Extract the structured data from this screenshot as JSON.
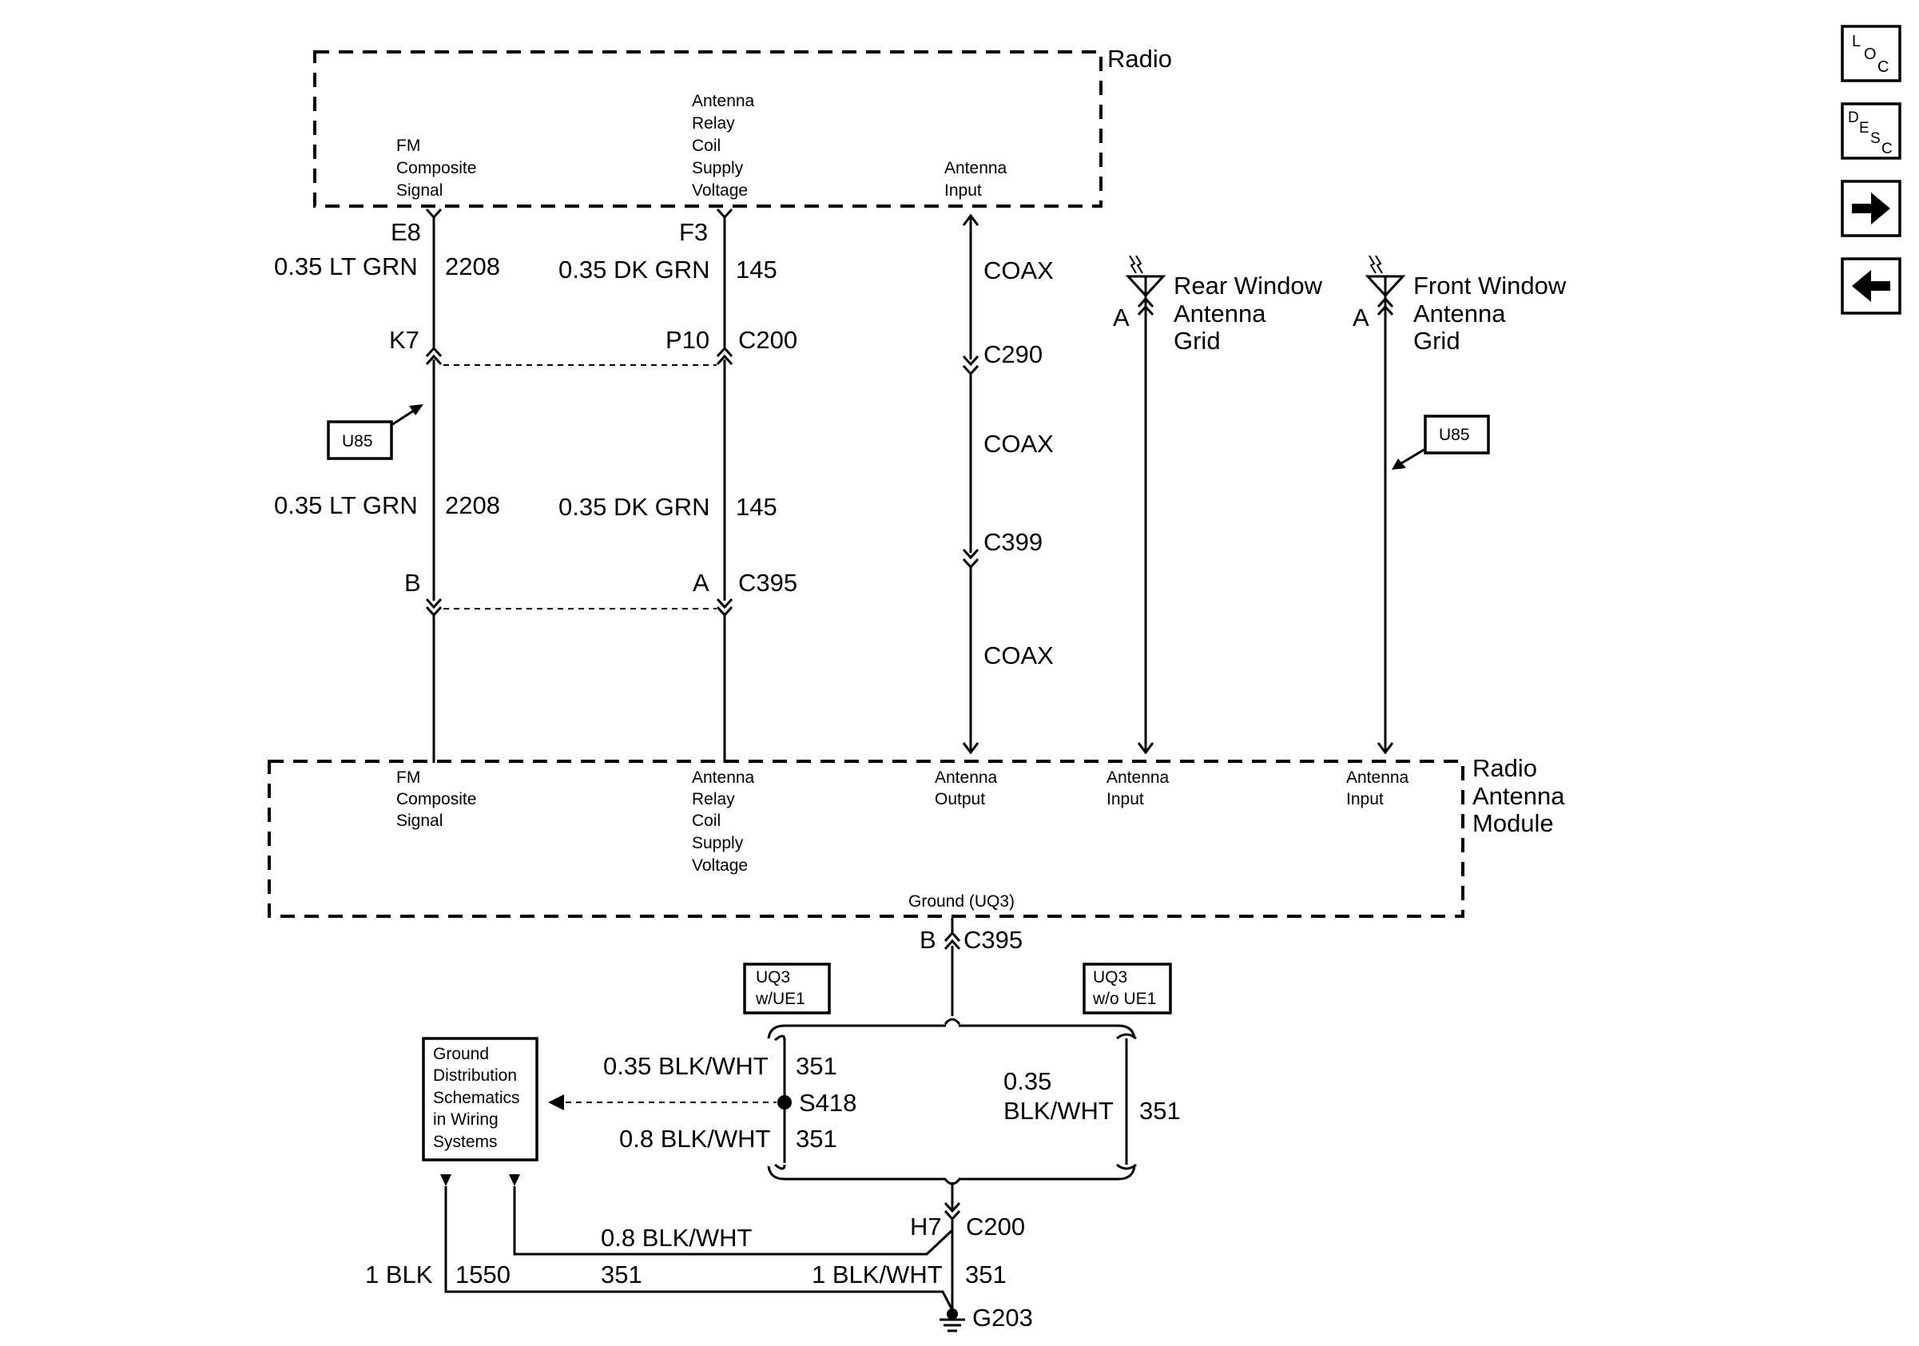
{
  "nav": {
    "loc_label": "LOC",
    "desc_label": "DESC"
  },
  "components": {
    "radio": "Radio",
    "radio_pins": {
      "fm_composite_signal": [
        "FM",
        "Composite",
        "Signal"
      ],
      "antenna_relay_coil": [
        "Antenna",
        "Relay",
        "Coil",
        "Supply",
        "Voltage"
      ],
      "antenna_input": [
        "Antenna",
        "Input"
      ]
    },
    "module": [
      "Radio",
      "Antenna",
      "Module"
    ],
    "module_pins": {
      "fm_composite_signal": [
        "FM",
        "Composite",
        "Signal"
      ],
      "antenna_relay_coil": [
        "Antenna",
        "Relay",
        "Coil",
        "Supply",
        "Voltage"
      ],
      "antenna_output": [
        "Antenna",
        "Output"
      ],
      "antenna_input_rear": [
        "Antenna",
        "Input"
      ],
      "antenna_input_front": [
        "Antenna",
        "Input"
      ]
    },
    "module_ground": "Ground (UQ3)",
    "rear_antenna": [
      "Rear Window",
      "Antenna",
      "Grid"
    ],
    "front_antenna": [
      "Front Window",
      "Antenna",
      "Grid"
    ],
    "ground_dist": [
      "Ground",
      "Distribution",
      "Schematics",
      "in Wiring",
      "Systems"
    ]
  },
  "wires": {
    "fm_top": {
      "pin": "E8",
      "gauge": "0.35 LT GRN",
      "circuit": "2208"
    },
    "relay_top": {
      "pin": "F3",
      "gauge": "0.35 DK GRN",
      "circuit": "145"
    },
    "coax": "COAX",
    "conn_c200_pin_fm": "K7",
    "conn_c200_pin_relay": "P10",
    "conn_c200": "C200",
    "conn_c290": "C290",
    "conn_c399": "C399",
    "fm_mid": {
      "gauge": "0.35 LT GRN",
      "circuit": "2208"
    },
    "relay_mid": {
      "gauge": "0.35 DK GRN",
      "circuit": "145"
    },
    "conn_c395_pin_fm": "B",
    "conn_c395_pin_relay": "A",
    "conn_c395": "C395",
    "rear_pin": "A",
    "front_pin": "A",
    "ground_pin": "B",
    "ground_conn": "C395",
    "gnd_upper": {
      "gauge": "0.35 BLK/WHT",
      "circuit": "351"
    },
    "splice": "S418",
    "gnd_lower": {
      "gauge": "0.8 BLK/WHT",
      "circuit": "351"
    },
    "gnd_right": {
      "gauge_line1": "0.35",
      "gauge_line2": "BLK/WHT",
      "circuit": "351"
    },
    "conn_h7_pin": "H7",
    "conn_h7": "C200",
    "bottom_wire1": {
      "gauge": "0.8 BLK/WHT",
      "circuit": "351"
    },
    "bottom_wire2": {
      "gauge": "1 BLK",
      "circuit": "1550"
    },
    "bottom_wire3": {
      "gauge": "1 BLK/WHT",
      "circuit": "351"
    },
    "ground_point": "G203"
  },
  "options": {
    "u85_left": "U85",
    "u85_right": "U85",
    "uq3_with": [
      "UQ3",
      "w/UE1"
    ],
    "uq3_without": [
      "UQ3",
      "w/o UE1"
    ]
  }
}
